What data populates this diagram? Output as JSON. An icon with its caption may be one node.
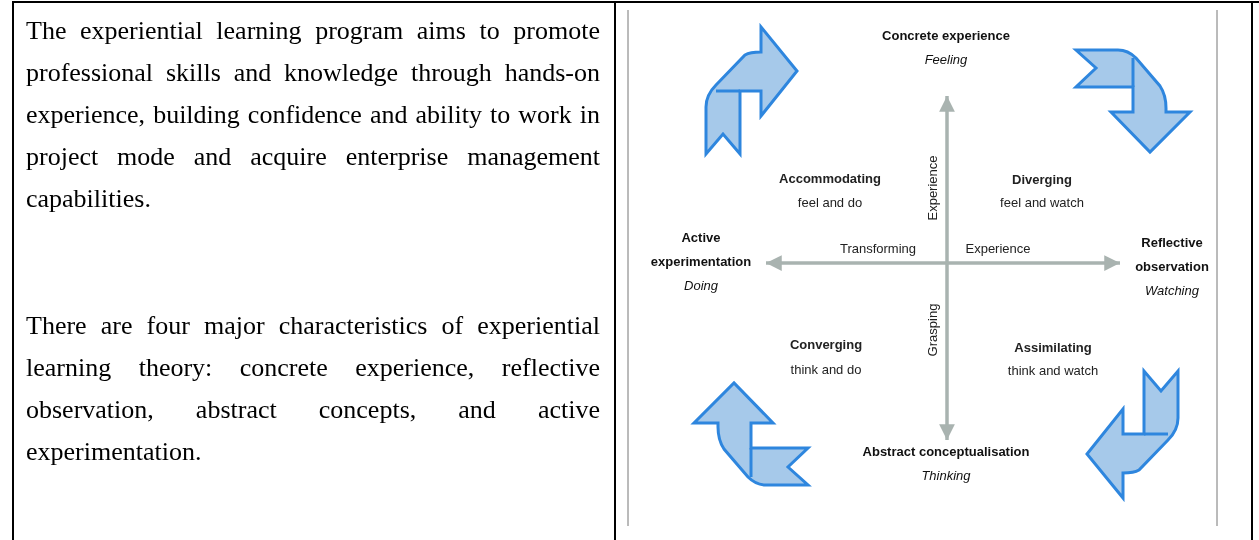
{
  "diagram": {
    "nodes": [
      {
        "text": [
          "Concrete experience",
          "Feeling"
        ]
      },
      {
        "text": [
          "Active experimentation",
          "Doing"
        ]
      },
      {
        "text": [
          "Reflective observation",
          "Watching"
        ]
      },
      {
        "text": [
          "Abstract conceptualisation",
          "Thinking"
        ]
      }
    ],
    "edges": [
      {
        "from": 0,
        "to": 3,
        "arrow": "both"
      },
      {
        "from": 1,
        "to": 2,
        "arrow": "both"
      }
    ],
    "labels": [
      "The experiential learning program aims to promote professional skills and knowledge through hands-on experience, building confidence and ability to work in project mode and acquire enterprise management capabilities.",
      "There are four major characteristics of experiential learning theory: concrete experience, reflective observation, abstract concepts, and active experimentation.",
      "Accommodating",
      "feel and do",
      "Experience",
      "Diverging",
      "feel and watch",
      "Transforming",
      "Experience",
      "Grasping",
      "Converging",
      "think and do",
      "Assimilating",
      "think and watch"
    ]
  }
}
